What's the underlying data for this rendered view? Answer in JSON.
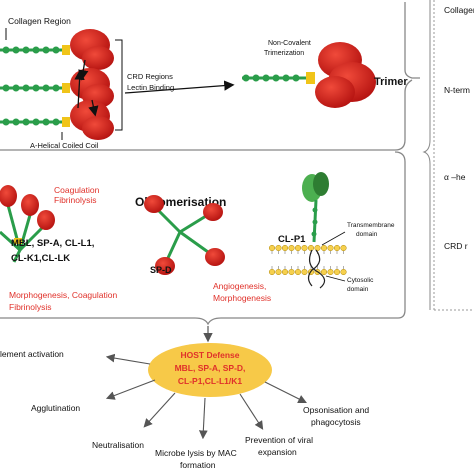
{
  "colors": {
    "red_text": "#e0312a",
    "lobe": "#d41e1e",
    "chain": "#2a9d4a",
    "neck": "#f0c419",
    "defense_fill": "#f7c948",
    "membrane_head": "#f6d04d",
    "bracket": "#888888"
  },
  "top": {
    "collagen_region": "Collagen Region",
    "crd_regions": "CRD Regions",
    "lectin_binding": "Lectin Binding",
    "helical_coil": "A-Helical Coiled Coil",
    "non_covalent": "Non-Covalent",
    "trimerization": "Trimerization",
    "trimer": "Trimer"
  },
  "right_panel": {
    "collagen": "Collagen",
    "n_term": "N-term",
    "alpha_helical": "α –he",
    "crd": "CRD r"
  },
  "middle": {
    "oligomerisation": "Oligomerisation",
    "coagulation": "Coagulation",
    "fibrinolysis": "Fibrinolysis",
    "mbl_line1": "MBL, SP-A, CL-L1,",
    "mbl_line2": "CL-K1,CL-LK",
    "morpho_line1": "Morphogenesis, Coagulation",
    "morpho_line2": "Fibrinolysis",
    "spd": "SP-D",
    "clp1": "CL-P1",
    "angio_line1": "Angiogenesis,",
    "angio_line2": "Morphogenesis",
    "transmembrane_line1": "Transmembrane",
    "transmembrane_line2": "domain",
    "cytosolic_line1": "Cytosolic",
    "cytosolic_line2": "domain"
  },
  "bottom": {
    "host_defense": "HOST Defense",
    "host_line2": "MBL, SP-A, SP-D,",
    "host_line3": "CL-P1,CL-L1/K1",
    "complement": "lement activation",
    "agglutination": "Agglutination",
    "neutralisation": "Neutralisation",
    "microbe_line1": "Microbe lysis by MAC",
    "microbe_line2": "formation",
    "viral_line1": "Prevention of viral",
    "viral_line2": "expansion",
    "opson_line1": "Opsonisation and",
    "opson_line2": "phagocytosis"
  }
}
